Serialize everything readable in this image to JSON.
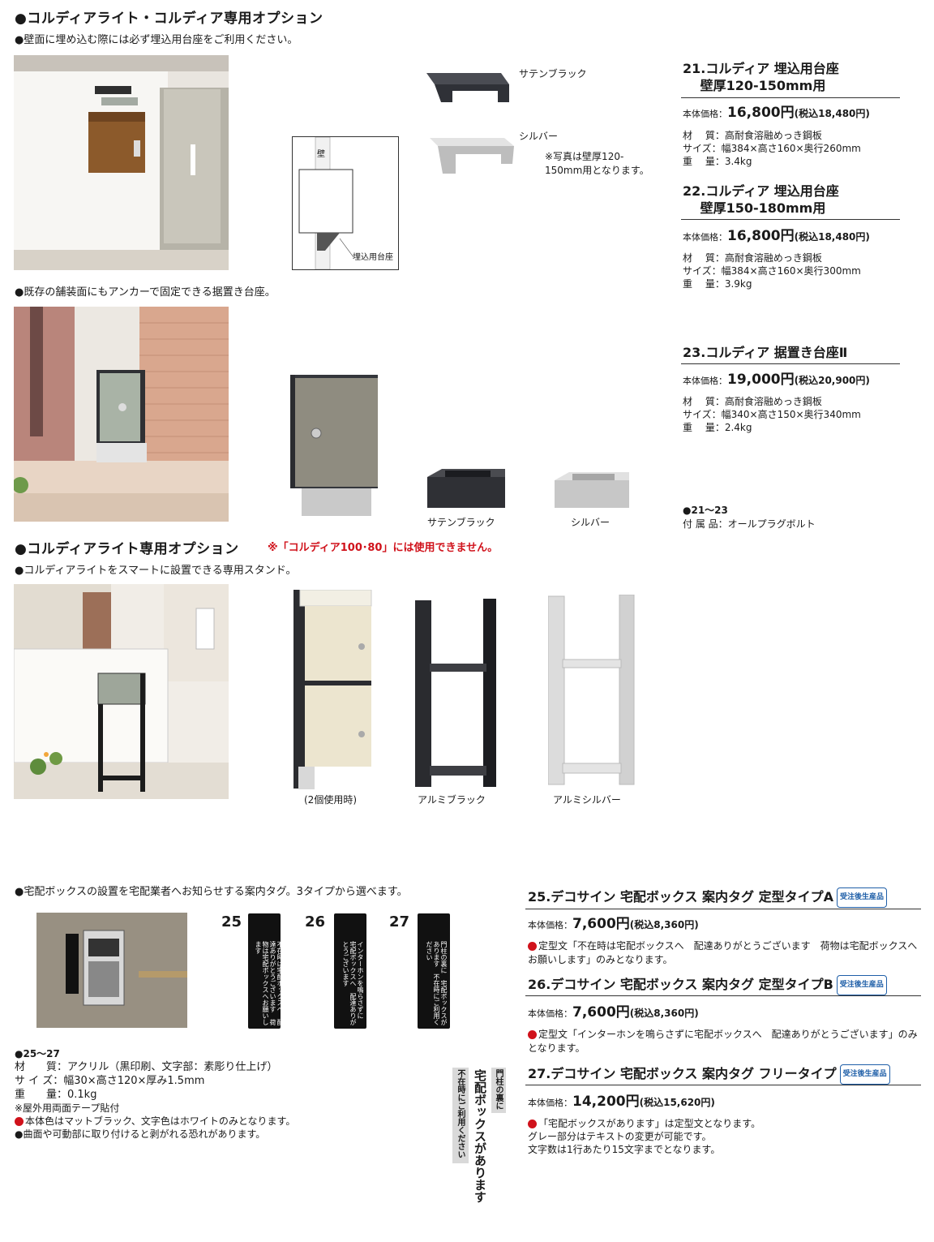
{
  "section1": {
    "heading": "●コルディアライト・コルディア専用オプション",
    "note_embed": "●壁面に埋め込む際には必ず埋込用台座をご利用ください。",
    "diagram_wall": "壁",
    "diagram_base": "埋込用台座",
    "color_black": "サテンブラック",
    "color_silver": "シルバー",
    "photo_note": "※写真は壁厚120-\n150mm用となります。",
    "note_anchor": "●既存の舗装面にもアンカーで固定できる据置き台座。",
    "stand_black": "サテンブラック",
    "stand_silver": "シルバー"
  },
  "products_top": [
    {
      "title": "21.コルディア 埋込用台座\n　 壁厚120-150mm用",
      "price_label": "本体価格：",
      "price": "16,800円",
      "price_tax": "(税込18,480円)",
      "spec": "材　 質：高耐食溶融めっき鋼板\nサイズ：幅384×高さ160×奥行260mm\n重　 量：3.4kg"
    },
    {
      "title": "22.コルディア 埋込用台座\n　 壁厚150-180mm用",
      "price_label": "本体価格：",
      "price": "16,800円",
      "price_tax": "(税込18,480円)",
      "spec": "材　 質：高耐食溶融めっき鋼板\nサイズ：幅384×高さ160×奥行300mm\n重　 量：3.9kg"
    },
    {
      "title": "23.コルディア 据置き台座Ⅱ",
      "price_label": "本体価格：",
      "price": "19,000円",
      "price_tax": "(税込20,900円)",
      "spec": "材　 質：高耐食溶融めっき鋼板\nサイズ：幅340×高さ150×奥行340mm\n重　 量：2.4kg"
    }
  ],
  "accessory": {
    "range": "●21～23",
    "text": "付 属 品：オールプラグボルト"
  },
  "section2": {
    "heading": "●コルディアライト専用オプション",
    "warning": "※「コルディア100･80」には使用できません。",
    "note": "●コルディアライトをスマートに設置できる専用スタンド。",
    "cap_two": "(2個使用時)",
    "cap_black": "アルミブラック",
    "cap_silver": "アルミシルバー"
  },
  "section3": {
    "note": "●宅配ボックスの設置を宅配業者へお知らせする案内タグ。3タイプから選べます。",
    "num25": "25",
    "num26": "26",
    "num27": "27",
    "tag25": "不在時は宅配ボックスへ　配達ありがとうございます　荷物は宅配ボックスへお願いします",
    "tag26": "インターホンを鳴らさずに　宅配ボックスへ　配達ありがとうございます",
    "tag27": "門柱の裏に　宅配ボックスがあります　不在時にご利用ください",
    "range": "●25～27",
    "spec": "材　　質：アクリル（黒印刷、文字部：素彫り仕上げ）\nサ イ ズ：幅30×高さ120×厚み1.5mm\n重　　量：0.1kg",
    "n1": "※屋外用両面テープ貼付",
    "n2": "本体色はマットブラック、文字色はホワイトのみとなります。",
    "n3": "●曲面や可動部に取り付けると剥がれる恐れがあります。",
    "sign_a": "不在時にご利用ください",
    "sign_b": "宅配ボックスがあります",
    "sign_c": "門柱の裏に"
  },
  "products_bottom": [
    {
      "title": "25.デコサイン 宅配ボックス 案内タグ 定型タイプA",
      "badge": "受注後生産品",
      "price_label": "本体価格：",
      "price": "7,600円",
      "price_tax": "(税込8,360円)",
      "desc": "定型文「不在時は宅配ボックスへ　配達ありがとうございます　荷物は宅配ボックスへお願いします」のみとなります。"
    },
    {
      "title": "26.デコサイン 宅配ボックス 案内タグ 定型タイプB",
      "badge": "受注後生産品",
      "price_label": "本体価格：",
      "price": "7,600円",
      "price_tax": "(税込8,360円)",
      "desc": "定型文「インターホンを鳴らさずに宅配ボックスへ　配達ありがとうございます」のみとなります。"
    },
    {
      "title": "27.デコサイン 宅配ボックス 案内タグ フリータイプ",
      "badge": "受注後生産品",
      "price_label": "本体価格：",
      "price": "14,200円",
      "price_tax": "(税込15,620円)",
      "desc1": "「宅配ボックスがあります」は定型文となります。",
      "desc2": "グレー部分はテキストの変更が可能です。",
      "desc3": "文字数は1行あたり15文字までとなります。"
    }
  ],
  "colors": {
    "accent_red": "#d0121b",
    "badge_blue": "#1f5fa8",
    "satin_black": "#3b3d42",
    "silver": "#c9c9c9"
  }
}
